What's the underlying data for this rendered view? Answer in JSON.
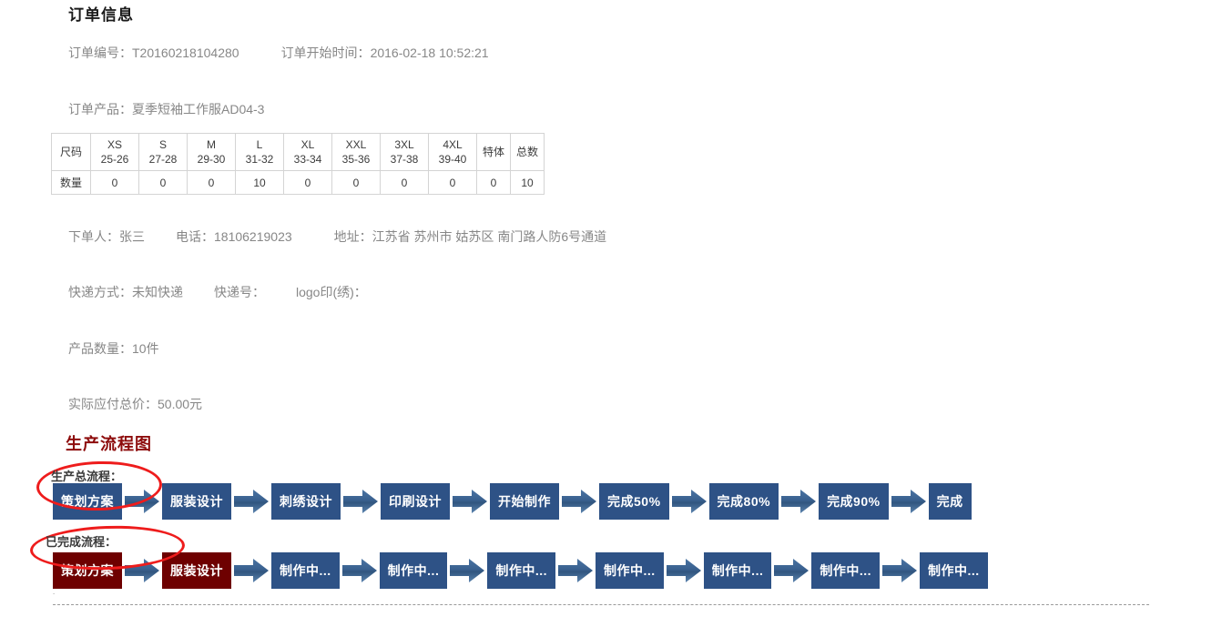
{
  "order": {
    "section_title": "订单信息",
    "order_no_label": "订单编号：",
    "order_no_value": "T20160218104280",
    "start_time_label": "订单开始时间：",
    "start_time_value": "2016-02-18 10:52:21",
    "product_label": "订单产品：",
    "product_value": "夏季短袖工作服AD04-3",
    "person_label": "下单人：",
    "person_value": "张三",
    "phone_label": "电话：",
    "phone_value": "18106219023",
    "address_label": "地址：",
    "address_value": "江苏省 苏州市 姑苏区 南门路人防6号通道",
    "express_label": "快递方式：",
    "express_value": "未知快递",
    "express_no_label": "快递号：",
    "express_no_value": "",
    "logo_label": "logo印(绣)：",
    "logo_value": "",
    "qty_label": "产品数量：",
    "qty_value": "10件",
    "price_label": "实际应付总价：",
    "price_value": "50.00元"
  },
  "size_table": {
    "row_header_label": "尺码",
    "qty_row_label": "数量",
    "columns": [
      {
        "name": "XS",
        "range": "25-26",
        "qty": "0"
      },
      {
        "name": "S",
        "range": "27-28",
        "qty": "0"
      },
      {
        "name": "M",
        "range": "29-30",
        "qty": "0"
      },
      {
        "name": "L",
        "range": "31-32",
        "qty": "10"
      },
      {
        "name": "XL",
        "range": "33-34",
        "qty": "0"
      },
      {
        "name": "XXL",
        "range": "35-36",
        "qty": "0"
      },
      {
        "name": "3XL",
        "range": "37-38",
        "qty": "0"
      },
      {
        "name": "4XL",
        "range": "39-40",
        "qty": "0"
      }
    ],
    "special_label": "特体",
    "special_qty": "0",
    "total_label": "总数",
    "total_qty": "10"
  },
  "flow": {
    "section_title": "生产流程图",
    "total_label": "生产总流程：",
    "done_label": "已完成流程：",
    "colors": {
      "blue": "#2e5286",
      "maroon": "#6e0000",
      "arrow": "#3a6596",
      "annotation_red": "#ee1c1c",
      "heading_red": "#8d0c0c"
    },
    "total_steps": [
      {
        "label": "策划方案",
        "state": "blue"
      },
      {
        "label": "服装设计",
        "state": "blue"
      },
      {
        "label": "刺绣设计",
        "state": "blue"
      },
      {
        "label": "印刷设计",
        "state": "blue"
      },
      {
        "label": "开始制作",
        "state": "blue"
      },
      {
        "label": "完成50%",
        "state": "blue"
      },
      {
        "label": "完成80%",
        "state": "blue"
      },
      {
        "label": "完成90%",
        "state": "blue"
      },
      {
        "label": "完成",
        "state": "blue"
      }
    ],
    "done_steps": [
      {
        "label": "策划方案",
        "state": "maroon"
      },
      {
        "label": "服装设计",
        "state": "maroon"
      },
      {
        "label": "制作中...",
        "state": "blue"
      },
      {
        "label": "制作中...",
        "state": "blue"
      },
      {
        "label": "制作中...",
        "state": "blue"
      },
      {
        "label": "制作中...",
        "state": "blue"
      },
      {
        "label": "制作中...",
        "state": "blue"
      },
      {
        "label": "制作中...",
        "state": "blue"
      },
      {
        "label": "制作中...",
        "state": "blue"
      }
    ]
  }
}
